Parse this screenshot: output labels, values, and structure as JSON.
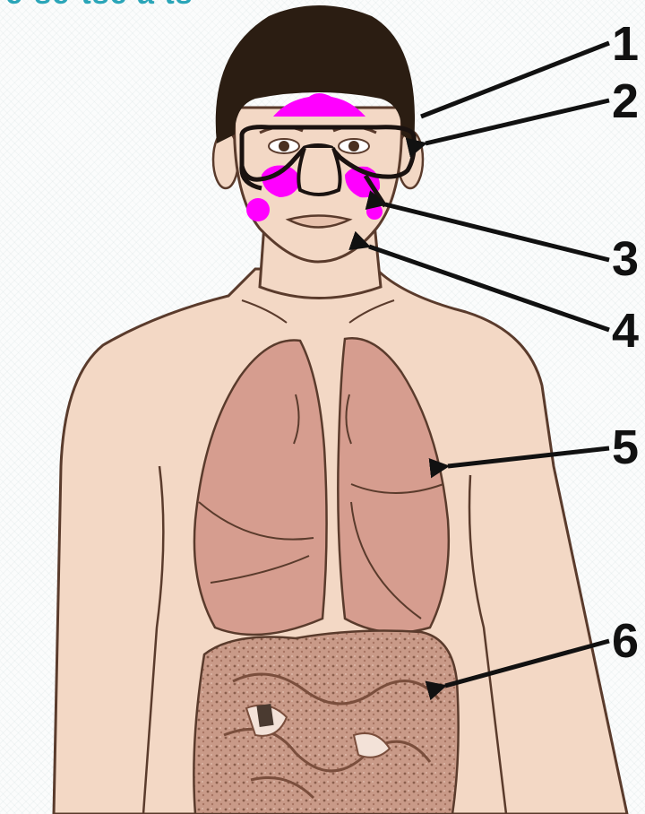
{
  "header": {
    "partial_title": "e-se-tse a ts"
  },
  "labels": [
    {
      "number": "1"
    },
    {
      "number": "2"
    },
    {
      "number": "3"
    },
    {
      "number": "4"
    },
    {
      "number": "5"
    },
    {
      "number": "6"
    }
  ],
  "colors": {
    "skin": "#f3d8c5",
    "outline": "#5a3b2c",
    "hair": "#2b1d12",
    "lung": "#d69d8f",
    "intestine": "#c99a88",
    "sinus_highlight": "#ff00ff",
    "title": "#2aa5b8"
  }
}
